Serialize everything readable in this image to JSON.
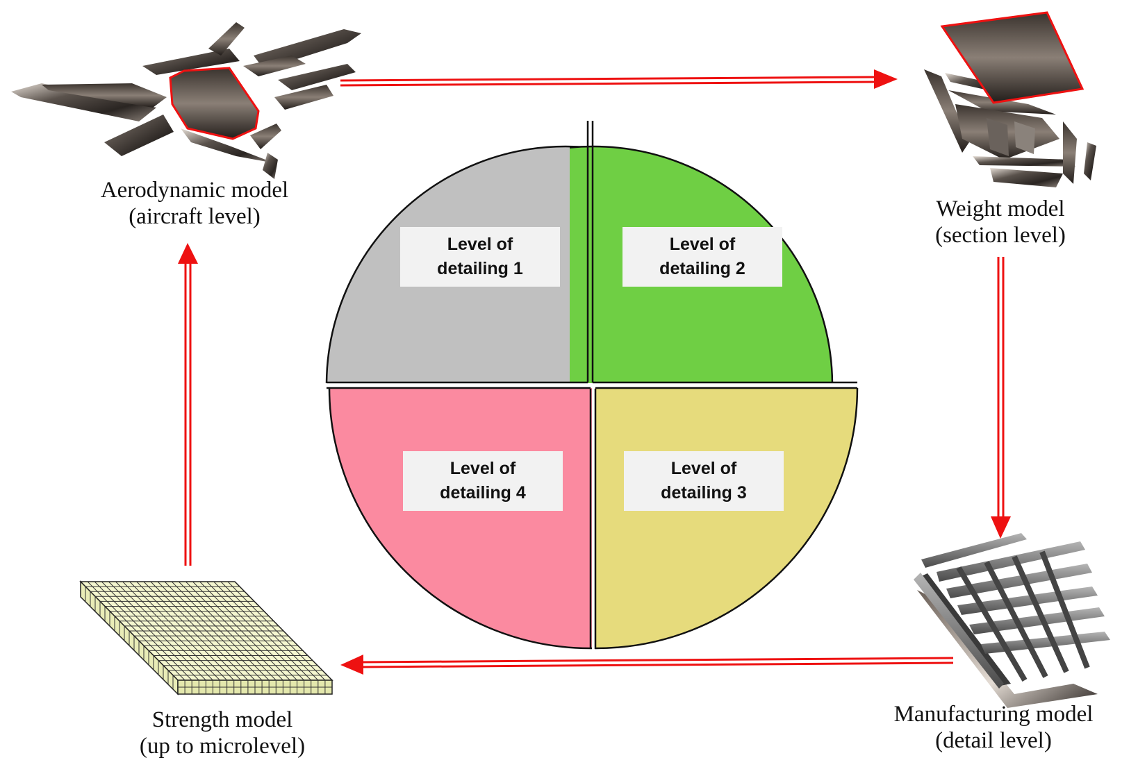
{
  "quadrants": [
    {
      "line1": "Level of",
      "line2": "detailing 1",
      "color": "#c0c0c0"
    },
    {
      "line1": "Level of",
      "line2": "detailing 2",
      "color": "#6fcf44"
    },
    {
      "line1": "Level of",
      "line2": "detailing 3",
      "color": "#e6db7c"
    },
    {
      "line1": "Level of",
      "line2": "detailing 4",
      "color": "#fb8aa0"
    }
  ],
  "models": {
    "aerodynamic": {
      "line1": "Aerodynamic model",
      "line2": "(aircraft level)"
    },
    "weight": {
      "line1": "Weight model",
      "line2": "(section level)"
    },
    "manufacturing": {
      "line1": "Manufacturing model",
      "line2": "(detail level)"
    },
    "strength": {
      "line1": "Strength model",
      "line2": "(up to microlevel)"
    }
  },
  "colors": {
    "arrow": "#ee1111",
    "outline": "#111111"
  }
}
